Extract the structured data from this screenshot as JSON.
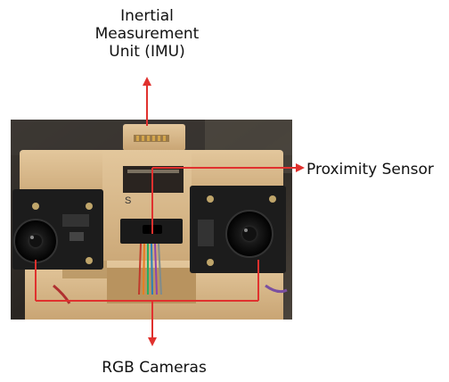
{
  "labels": {
    "imu": [
      "Inertial",
      "Measurement",
      "Unit (IMU)"
    ],
    "proximity": "Proximity Sensor",
    "rgb": "RGB Cameras"
  },
  "colors": {
    "pointer": "#e0312e",
    "mount": "#d8b78a",
    "board": "#1c1c1c",
    "background": "#2a2a2a"
  },
  "module_silkscreen": "S"
}
